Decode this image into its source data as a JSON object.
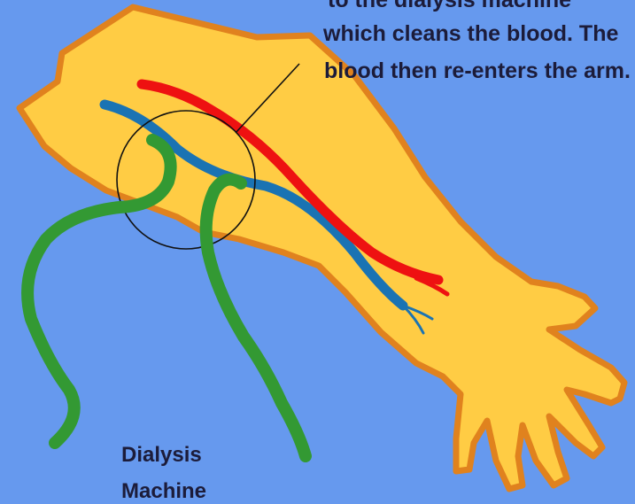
{
  "caption": {
    "line1": "to the dialysis machine",
    "line2": "which cleans the blood. The",
    "line3": "blood then re-enters the arm."
  },
  "machine_label": {
    "line1": "Dialysis",
    "line2": "Machine"
  },
  "colors": {
    "background": "#6699ee",
    "arm_fill": "#ffcc44",
    "arm_outline": "#e0821e",
    "artery": "#ee1111",
    "vein": "#1a73b3",
    "tubing": "#339933",
    "pointer": "#111111",
    "text": "#1c1c3a"
  },
  "icons": {
    "arm": "arm-illustration",
    "artery": "red-artery",
    "vein": "blue-vein",
    "tube": "green-dialysis-tube",
    "focus": "fistula-circle"
  }
}
